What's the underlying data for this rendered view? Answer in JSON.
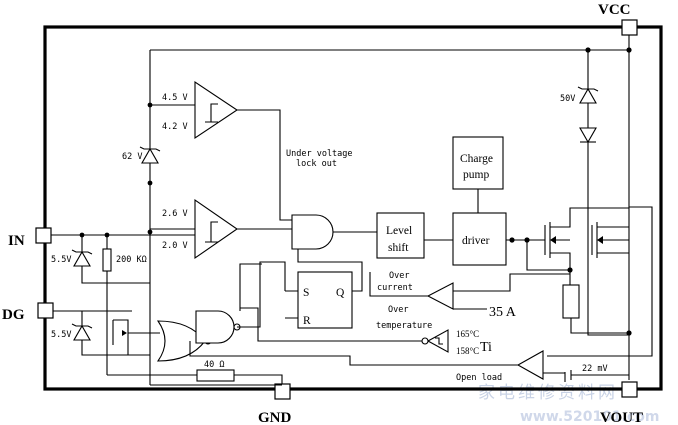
{
  "pins": {
    "vcc": "VCC",
    "in": "IN",
    "dg": "DG",
    "gnd": "GND",
    "vout": "VOUT"
  },
  "comparators": {
    "upper_high": "4.5 V",
    "upper_low": "4.2 V",
    "lower_high": "2.6 V",
    "lower_low": "2.0 V"
  },
  "zeners": {
    "z62": "62 V",
    "z50": "50V",
    "in_zener": "5.5V",
    "dg_zener": "5.5V"
  },
  "resistors": {
    "in_pulldown": "200 KΩ",
    "gnd_series": "40 Ω"
  },
  "blocks": {
    "charge_pump_line1": "Charge",
    "charge_pump_line2": "pump",
    "level_shift_line1": "Level",
    "level_shift_line2": "shift",
    "driver": "driver"
  },
  "latch": {
    "set": "S",
    "reset": "R",
    "out": "Q"
  },
  "annotations": {
    "uvlo_line1": "Under voltage",
    "uvlo_line2": "lock out",
    "overcurrent_line1": "Over",
    "overcurrent_line2": "current",
    "overcurrent_threshold": "35 A",
    "overtemp_line1": "Over",
    "overtemp_line2": "temperature",
    "temp_high": "165°C",
    "temp_low": "158°C",
    "temp_sensor": "Ti",
    "open_load": "Open load",
    "open_load_threshold": "22 mV"
  },
  "watermark": {
    "text_cn": "家电维修资料网",
    "text_url": "www.520101.com"
  }
}
